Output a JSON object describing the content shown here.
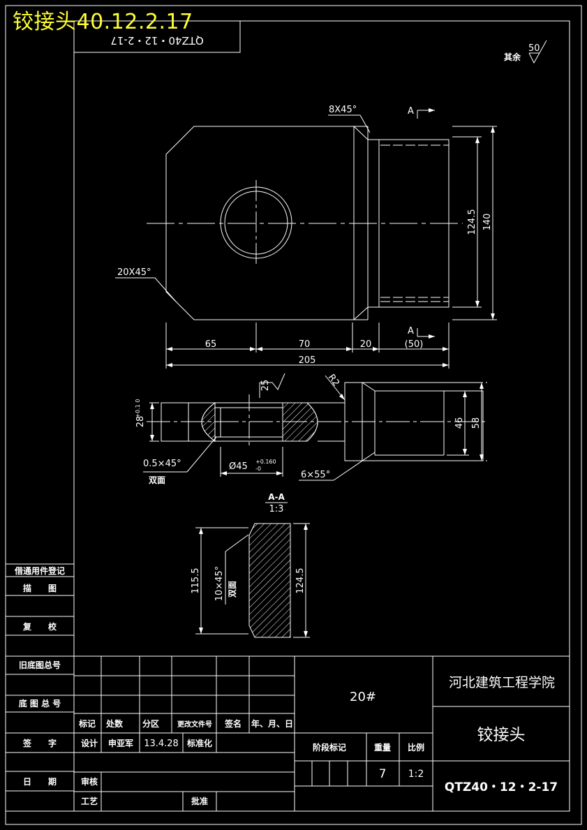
{
  "overlay_title": "铰接头40.12.2.17",
  "corner_code": "QTZ40・12・2-17",
  "surface_finish": {
    "label": "其余",
    "value": "50"
  },
  "dimensions": {
    "chamfer_top": "8X45°",
    "chamfer_left": "20X45°",
    "h1": "124.5",
    "h2": "140",
    "w1": "65",
    "w2": "70",
    "w3": "20",
    "w4": "(50)",
    "total": "205",
    "roughness_25": "25",
    "radius": "R2",
    "dia28": "28",
    "dia28_tol": "+0.1 0",
    "chamfer_05": "0.5×45°",
    "double_face": "双面",
    "bore": "Ø45",
    "bore_tol_up": "+0.160",
    "bore_tol_low": "-0",
    "chamfer_6x55": "6×55°",
    "d46": "46",
    "d58": "58",
    "section_label": "A-A",
    "section_scale": "1:3",
    "s115": "115.5",
    "s124": "124.5",
    "s_chamfer": "10×45°",
    "s_double": "双面"
  },
  "section_marker": "A",
  "side_table": [
    "借通用件登记",
    "描　　图",
    "复　　校",
    "旧底图总号",
    "底 图 总 号",
    "签　　字",
    "日　　期"
  ],
  "title_block": {
    "school": "河北建筑工程学院",
    "part_name": "铰接头",
    "drawing_no": "QTZ40・12・2-17",
    "material": "20#",
    "headers": [
      "标记",
      "处数",
      "分区",
      "更改文件号",
      "签名",
      "年、月、日"
    ],
    "design_label": "设计",
    "designer": "申亚军",
    "design_date": "13.4.28",
    "standard_label": "标准化",
    "review_label": "审核",
    "process_label": "工艺",
    "approve_label": "批准",
    "stage_label": "阶段标记",
    "weight_label": "重量",
    "scale_label": "比例",
    "weight": "7",
    "scale": "1:2"
  }
}
